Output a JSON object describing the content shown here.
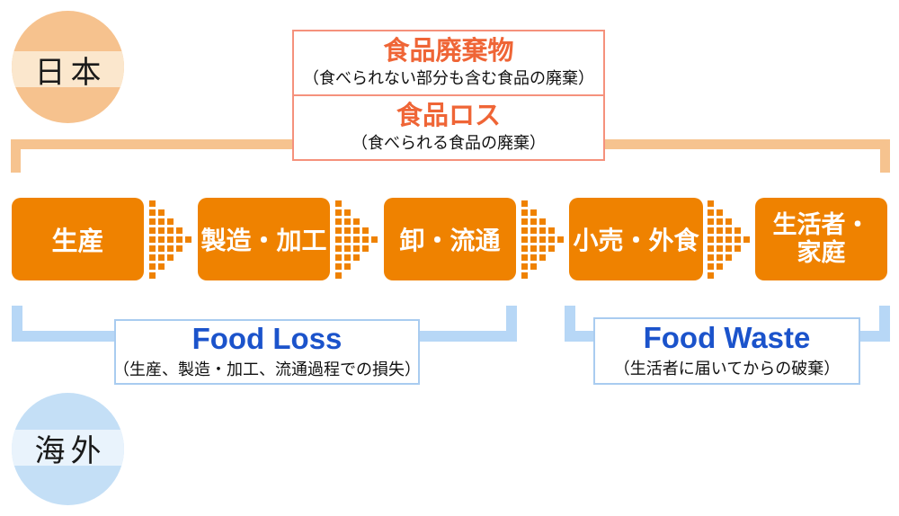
{
  "regions": {
    "japan": {
      "label": "日本"
    },
    "overseas": {
      "label": "海外"
    }
  },
  "japan_terms": {
    "rows": [
      {
        "title": "食品廃棄物",
        "subtitle": "（食べられない部分も含む食品の廃棄）"
      },
      {
        "title": "食品ロス",
        "subtitle": "（食べられる食品の廃棄）"
      }
    ]
  },
  "supply_chain": {
    "stages": [
      {
        "label": "生産"
      },
      {
        "label": "製造・加工"
      },
      {
        "label": "卸・流通"
      },
      {
        "label": "小売・外食"
      },
      {
        "label": "生活者・家庭",
        "lines": [
          "生活者・",
          "家庭"
        ]
      }
    ]
  },
  "overseas_terms": [
    {
      "title": "Food Loss",
      "subtitle": "（生産、製造・加工、流通過程での損失）"
    },
    {
      "title": "Food Waste",
      "subtitle": "（生活者に届いてからの破棄）"
    }
  ],
  "colors": {
    "stage_orange": "#EF8200",
    "bracket_orange": "#F6C38F",
    "japan_circle": "#F6C28E",
    "japan_circle_band": "#FBE7CD",
    "definition_border": "#F5917C",
    "definition_title_text": "#EF6536",
    "term_blue_text": "#1B53CB",
    "term_box_border": "#A9CCF0",
    "bracket_blue": "#B7D7F6",
    "overseas_circle": "#C4DFF6",
    "overseas_circle_band": "#E9F3FC"
  }
}
